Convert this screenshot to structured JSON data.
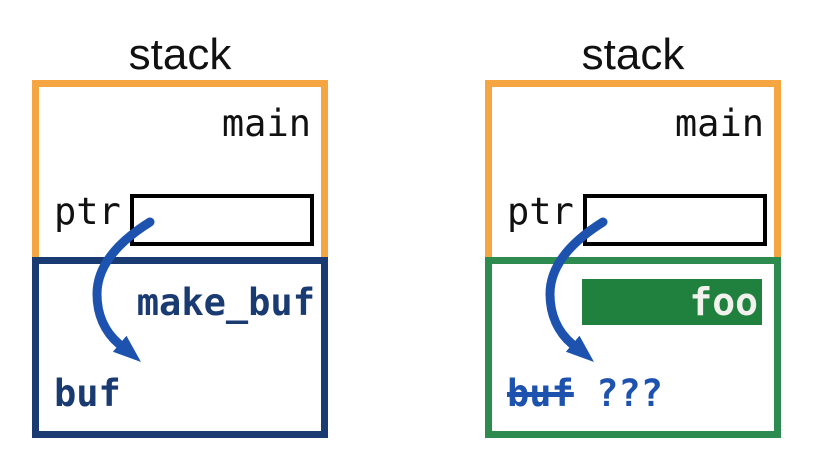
{
  "colors": {
    "background": "#FFFFFF",
    "main_frame_border": "#F6A543",
    "make_buf_frame_border": "#1A3A72",
    "foo_frame_border": "#2E8B50",
    "foo_fill": "#1F813D",
    "foo_text": "#F1F1EE",
    "arrow_blue": "#1D53AF",
    "dangling_text_blue": "#1D53AF",
    "text_black": "#111111",
    "ptr_box_border": "#000000"
  },
  "panels": [
    {
      "title": "stack",
      "caller": {
        "name": "main",
        "pointer_label": "ptr",
        "pointer_value": ""
      },
      "callee": {
        "name": "make_buf",
        "buffer_label": "buf"
      }
    },
    {
      "title": "stack",
      "caller": {
        "name": "main",
        "pointer_label": "ptr",
        "pointer_value": ""
      },
      "callee": {
        "name": "foo",
        "old_buffer_label": "buf",
        "unknown_value": "???"
      }
    }
  ]
}
